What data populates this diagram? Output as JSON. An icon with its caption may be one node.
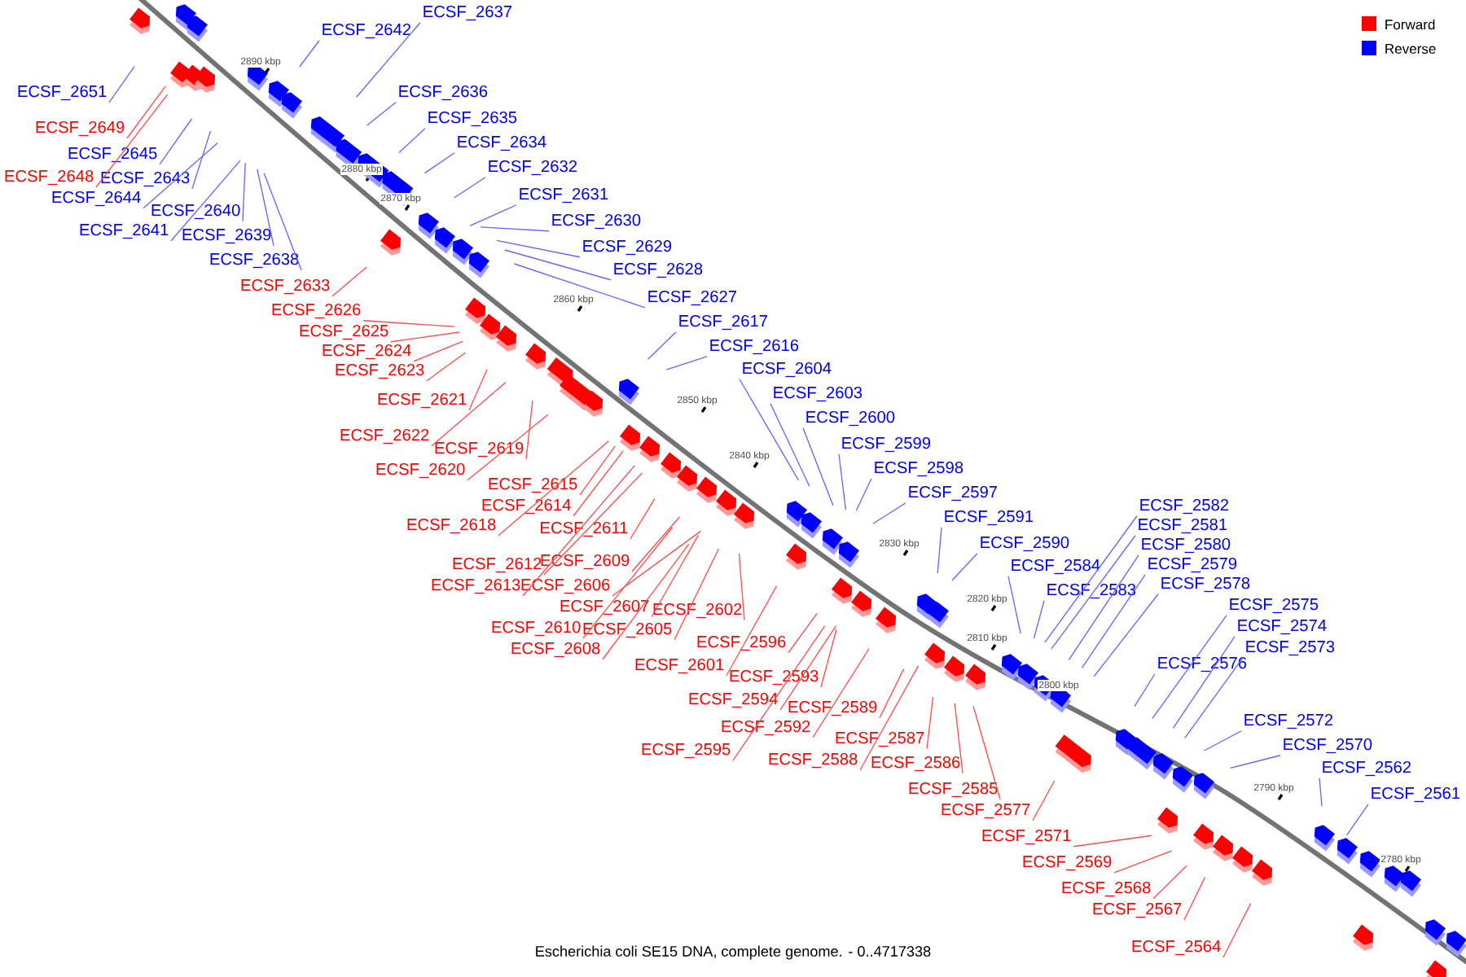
{
  "diagram": {
    "caption": "Escherichia coli SE15 DNA, complete genome. - 0..4717338",
    "nodes": [
      {
        "text": [
          "ECSF_2651"
        ]
      },
      {
        "text": [
          "ECSF_2642"
        ]
      },
      {
        "text": [
          "ECSF_2637"
        ]
      },
      {
        "text": [
          "ECSF_2636"
        ]
      },
      {
        "text": [
          "ECSF_2635"
        ]
      },
      {
        "text": [
          "ECSF_2634"
        ]
      },
      {
        "text": [
          "ECSF_2632"
        ]
      },
      {
        "text": [
          "ECSF_2631"
        ]
      },
      {
        "text": [
          "ECSF_2630"
        ]
      },
      {
        "text": [
          "ECSF_2629"
        ]
      },
      {
        "text": [
          "ECSF_2628"
        ]
      },
      {
        "text": [
          "ECSF_2627"
        ]
      },
      {
        "text": [
          "ECSF_2649"
        ]
      },
      {
        "text": [
          "ECSF_2648"
        ]
      },
      {
        "text": [
          "ECSF_2645"
        ]
      },
      {
        "text": [
          "ECSF_2643"
        ]
      },
      {
        "text": [
          "ECSF_2644"
        ]
      },
      {
        "text": [
          "ECSF_2640"
        ]
      },
      {
        "text": [
          "ECSF_2641"
        ]
      },
      {
        "text": [
          "ECSF_2639"
        ]
      },
      {
        "text": [
          "ECSF_2638"
        ]
      },
      {
        "text": [
          "ECSF_2633"
        ]
      },
      {
        "text": [
          "ECSF_2626"
        ]
      },
      {
        "text": [
          "ECSF_2625"
        ]
      },
      {
        "text": [
          "ECSF_2624"
        ]
      },
      {
        "text": [
          "ECSF_2623"
        ]
      },
      {
        "text": [
          "ECSF_2617"
        ]
      },
      {
        "text": [
          "ECSF_2616"
        ]
      },
      {
        "text": [
          "ECSF_2621"
        ]
      },
      {
        "text": [
          "ECSF_2622"
        ]
      },
      {
        "text": [
          "ECSF_2619"
        ]
      },
      {
        "text": [
          "ECSF_2620"
        ]
      },
      {
        "text": [
          "ECSF_2604"
        ]
      },
      {
        "text": [
          "ECSF_2603"
        ]
      },
      {
        "text": [
          "ECSF_2600"
        ]
      },
      {
        "text": [
          "ECSF_2599"
        ]
      },
      {
        "text": [
          "ECSF_2598"
        ]
      },
      {
        "text": [
          "ECSF_2597"
        ]
      },
      {
        "text": [
          "ECSF_2615"
        ]
      },
      {
        "text": [
          "ECSF_2614"
        ]
      },
      {
        "text": [
          "ECSF_2618"
        ]
      },
      {
        "text": [
          "ECSF_2611"
        ]
      },
      {
        "text": [
          "ECSF_2612"
        ]
      },
      {
        "text": [
          "ECSF_2613"
        ]
      },
      {
        "text": [
          "ECSF_2609"
        ]
      },
      {
        "text": [
          "ECSF_2606"
        ]
      },
      {
        "text": [
          "ECSF_2607"
        ]
      },
      {
        "text": [
          "ECSF_2602"
        ]
      },
      {
        "text": [
          "ECSF_2610"
        ]
      },
      {
        "text": [
          "ECSF_2605"
        ]
      },
      {
        "text": [
          "ECSF_2608"
        ]
      },
      {
        "text": [
          "ECSF_2591"
        ]
      },
      {
        "text": [
          "ECSF_2590"
        ]
      },
      {
        "text": [
          "ECSF_2584"
        ]
      },
      {
        "text": [
          "ECSF_2583"
        ]
      },
      {
        "text": [
          "ECSF_2582"
        ]
      },
      {
        "text": [
          "ECSF_2581"
        ]
      },
      {
        "text": [
          "ECSF_2580"
        ]
      },
      {
        "text": [
          "ECSF_2579"
        ]
      },
      {
        "text": [
          "ECSF_2578"
        ]
      },
      {
        "text": [
          "ECSF_2575"
        ]
      },
      {
        "text": [
          "ECSF_2574"
        ]
      },
      {
        "text": [
          "ECSF_2573"
        ]
      },
      {
        "text": [
          "ECSF_2576"
        ]
      },
      {
        "text": [
          "ECSF_2596"
        ]
      },
      {
        "text": [
          "ECSF_2601"
        ]
      },
      {
        "text": [
          "ECSF_2593"
        ]
      },
      {
        "text": [
          "ECSF_2594"
        ]
      },
      {
        "text": [
          "ECSF_2589"
        ]
      },
      {
        "text": [
          "ECSF_2592"
        ]
      },
      {
        "text": [
          "ECSF_2595"
        ]
      },
      {
        "text": [
          "ECSF_2587"
        ]
      },
      {
        "text": [
          "ECSF_2588"
        ]
      },
      {
        "text": [
          "ECSF_2586"
        ]
      },
      {
        "text": [
          "ECSF_2585"
        ]
      },
      {
        "text": [
          "ECSF_2577"
        ]
      },
      {
        "text": [
          "ECSF_2572"
        ]
      },
      {
        "text": [
          "ECSF_2570"
        ]
      },
      {
        "text": [
          "ECSF_2562"
        ]
      },
      {
        "text": [
          "ECSF_2561"
        ]
      },
      {
        "text": [
          "ECSF_2571"
        ]
      },
      {
        "text": [
          "ECSF_2569"
        ]
      },
      {
        "text": [
          "ECSF_2568"
        ]
      },
      {
        "text": [
          "ECSF_2567"
        ]
      },
      {
        "text": [
          "ECSF_2564"
        ]
      }
    ],
    "edges": [
      {
        "from": 0,
        "to": null,
        "arrow": "none",
        "color": "#6666ff"
      },
      {
        "from": 1,
        "to": null,
        "arrow": "none",
        "color": "#6666ff"
      },
      {
        "from": 2,
        "to": null,
        "arrow": "none",
        "color": "#6666ff"
      },
      {
        "from": 3,
        "to": null,
        "arrow": "none",
        "color": "#6666ff"
      },
      {
        "from": 4,
        "to": null,
        "arrow": "none",
        "color": "#6666ff"
      },
      {
        "from": 5,
        "to": null,
        "arrow": "none",
        "color": "#6666ff"
      },
      {
        "from": 6,
        "to": null,
        "arrow": "none",
        "color": "#6666ff"
      },
      {
        "from": 7,
        "to": null,
        "arrow": "none",
        "color": "#6666ff"
      },
      {
        "from": 8,
        "to": null,
        "arrow": "none",
        "color": "#6666ff"
      },
      {
        "from": 9,
        "to": null,
        "arrow": "none",
        "color": "#6666ff"
      },
      {
        "from": 10,
        "to": null,
        "arrow": "none",
        "color": "#6666ff"
      },
      {
        "from": 11,
        "to": null,
        "arrow": "none",
        "color": "#6666ff"
      },
      {
        "from": 12,
        "to": null,
        "arrow": "none",
        "color": "#ff4d4d"
      },
      {
        "from": 13,
        "to": null,
        "arrow": "none",
        "color": "#ff4d4d"
      },
      {
        "from": 14,
        "to": null,
        "arrow": "none",
        "color": "#6666ff"
      },
      {
        "from": 15,
        "to": null,
        "arrow": "none",
        "color": "#6666ff"
      },
      {
        "from": 16,
        "to": null,
        "arrow": "none",
        "color": "#6666ff"
      },
      {
        "from": 17,
        "to": null,
        "arrow": "none",
        "color": "#6666ff"
      },
      {
        "from": 18,
        "to": null,
        "arrow": "none",
        "color": "#6666ff"
      },
      {
        "from": 19,
        "to": null,
        "arrow": "none",
        "color": "#6666ff"
      },
      {
        "from": 20,
        "to": null,
        "arrow": "none",
        "color": "#6666ff"
      },
      {
        "from": 21,
        "to": null,
        "arrow": "none",
        "color": "#ff4d4d"
      },
      {
        "from": 22,
        "to": null,
        "arrow": "none",
        "color": "#ff4d4d"
      },
      {
        "from": 23,
        "to": null,
        "arrow": "none",
        "color": "#ff4d4d"
      },
      {
        "from": 24,
        "to": null,
        "arrow": "none",
        "color": "#ff4d4d"
      },
      {
        "from": 25,
        "to": null,
        "arrow": "none",
        "color": "#ff4d4d"
      },
      {
        "from": 26,
        "to": null,
        "arrow": "none",
        "color": "#6666ff"
      },
      {
        "from": 27,
        "to": null,
        "arrow": "none",
        "color": "#6666ff"
      },
      {
        "from": 28,
        "to": null,
        "arrow": "none",
        "color": "#ff4d4d"
      },
      {
        "from": 29,
        "to": null,
        "arrow": "none",
        "color": "#ff4d4d"
      },
      {
        "from": 30,
        "to": null,
        "arrow": "none",
        "color": "#ff4d4d"
      },
      {
        "from": 31,
        "to": null,
        "arrow": "none",
        "color": "#ff4d4d"
      },
      {
        "from": 32,
        "to": null,
        "arrow": "none",
        "color": "#6666ff"
      },
      {
        "from": 33,
        "to": null,
        "arrow": "none",
        "color": "#6666ff"
      },
      {
        "from": 34,
        "to": null,
        "arrow": "none",
        "color": "#6666ff"
      },
      {
        "from": 35,
        "to": null,
        "arrow": "none",
        "color": "#6666ff"
      },
      {
        "from": 36,
        "to": null,
        "arrow": "none",
        "color": "#6666ff"
      },
      {
        "from": 37,
        "to": null,
        "arrow": "none",
        "color": "#6666ff"
      },
      {
        "from": 38,
        "to": null,
        "arrow": "none",
        "color": "#ff4d4d"
      },
      {
        "from": 39,
        "to": null,
        "arrow": "none",
        "color": "#ff4d4d"
      },
      {
        "from": 40,
        "to": null,
        "arrow": "none",
        "color": "#ff4d4d"
      },
      {
        "from": 41,
        "to": null,
        "arrow": "none",
        "color": "#ff4d4d"
      },
      {
        "from": 42,
        "to": null,
        "arrow": "none",
        "color": "#ff4d4d"
      },
      {
        "from": 43,
        "to": null,
        "arrow": "none",
        "color": "#ff4d4d"
      },
      {
        "from": 44,
        "to": null,
        "arrow": "none",
        "color": "#ff4d4d"
      },
      {
        "from": 45,
        "to": null,
        "arrow": "none",
        "color": "#ff4d4d"
      },
      {
        "from": 46,
        "to": null,
        "arrow": "none",
        "color": "#ff4d4d"
      },
      {
        "from": 47,
        "to": null,
        "arrow": "none",
        "color": "#ff4d4d"
      },
      {
        "from": 48,
        "to": null,
        "arrow": "none",
        "color": "#ff4d4d"
      },
      {
        "from": 49,
        "to": null,
        "arrow": "none",
        "color": "#ff4d4d"
      },
      {
        "from": 50,
        "to": null,
        "arrow": "none",
        "color": "#ff4d4d"
      },
      {
        "from": 51,
        "to": null,
        "arrow": "none",
        "color": "#6666ff"
      },
      {
        "from": 52,
        "to": null,
        "arrow": "none",
        "color": "#6666ff"
      },
      {
        "from": 53,
        "to": null,
        "arrow": "none",
        "color": "#6666ff"
      },
      {
        "from": 54,
        "to": null,
        "arrow": "none",
        "color": "#6666ff"
      },
      {
        "from": 55,
        "to": null,
        "arrow": "none",
        "color": "#6666ff"
      },
      {
        "from": 56,
        "to": null,
        "arrow": "none",
        "color": "#6666ff"
      },
      {
        "from": 57,
        "to": null,
        "arrow": "none",
        "color": "#6666ff"
      },
      {
        "from": 58,
        "to": null,
        "arrow": "none",
        "color": "#6666ff"
      },
      {
        "from": 59,
        "to": null,
        "arrow": "none",
        "color": "#6666ff"
      },
      {
        "from": 60,
        "to": null,
        "arrow": "none",
        "color": "#6666ff"
      },
      {
        "from": 61,
        "to": null,
        "arrow": "none",
        "color": "#6666ff"
      },
      {
        "from": 62,
        "to": null,
        "arrow": "none",
        "color": "#6666ff"
      },
      {
        "from": 63,
        "to": null,
        "arrow": "none",
        "color": "#6666ff"
      },
      {
        "from": 64,
        "to": null,
        "arrow": "none",
        "color": "#ff4d4d"
      },
      {
        "from": 65,
        "to": null,
        "arrow": "none",
        "color": "#ff4d4d"
      },
      {
        "from": 66,
        "to": null,
        "arrow": "none",
        "color": "#ff4d4d"
      },
      {
        "from": 67,
        "to": null,
        "arrow": "none",
        "color": "#ff4d4d"
      },
      {
        "from": 68,
        "to": null,
        "arrow": "none",
        "color": "#ff4d4d"
      },
      {
        "from": 69,
        "to": null,
        "arrow": "none",
        "color": "#ff4d4d"
      },
      {
        "from": 70,
        "to": null,
        "arrow": "none",
        "color": "#ff4d4d"
      },
      {
        "from": 71,
        "to": null,
        "arrow": "none",
        "color": "#ff4d4d"
      },
      {
        "from": 72,
        "to": null,
        "arrow": "none",
        "color": "#ff4d4d"
      },
      {
        "from": 73,
        "to": null,
        "arrow": "none",
        "color": "#ff4d4d"
      },
      {
        "from": 74,
        "to": null,
        "arrow": "none",
        "color": "#ff4d4d"
      },
      {
        "from": 75,
        "to": null,
        "arrow": "none",
        "color": "#ff4d4d"
      },
      {
        "from": 76,
        "to": null,
        "arrow": "none",
        "color": "#6666ff"
      },
      {
        "from": 77,
        "to": null,
        "arrow": "none",
        "color": "#6666ff"
      },
      {
        "from": 78,
        "to": null,
        "arrow": "none",
        "color": "#6666ff"
      },
      {
        "from": 79,
        "to": null,
        "arrow": "none",
        "color": "#6666ff"
      },
      {
        "from": 80,
        "to": null,
        "arrow": "none",
        "color": "#ff4d4d"
      },
      {
        "from": 81,
        "to": null,
        "arrow": "none",
        "color": "#ff4d4d"
      },
      {
        "from": 82,
        "to": null,
        "arrow": "none",
        "color": "#ff4d4d"
      },
      {
        "from": 83,
        "to": null,
        "arrow": "none",
        "color": "#ff4d4d"
      },
      {
        "from": 84,
        "to": null,
        "arrow": "none",
        "color": "#ff4d4d"
      }
    ],
    "labels": [
      "2890 kbp",
      "2880 kbp",
      "2870 kbp",
      "2860 kbp",
      "2850 kbp",
      "2840 kbp",
      "2830 kbp",
      "2820 kbp",
      "2810 kbp",
      "2800 kbp",
      "2790 kbp",
      "2780 kbp"
    ],
    "legend": [
      {
        "text": "Forward",
        "color": "#ff0000"
      },
      {
        "text": "Reverse",
        "color": "#0000ff"
      }
    ]
  }
}
